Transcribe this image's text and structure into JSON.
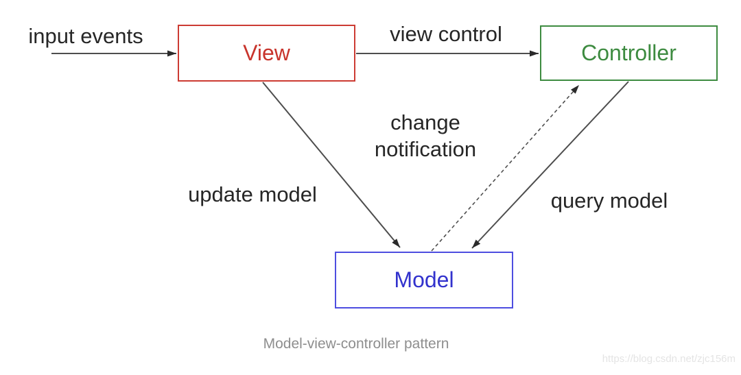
{
  "diagram": {
    "title": "Model-view-controller pattern",
    "caption": "Model-view-controller pattern",
    "watermark": "https://blog.csdn.net/zjc156m",
    "nodes": {
      "view": {
        "label": "View",
        "color": "#c8342c",
        "border_color": "#cc3b32"
      },
      "controller": {
        "label": "Controller",
        "color": "#3d8b40",
        "border_color": "#3d8b40"
      },
      "model": {
        "label": "Model",
        "color": "#3232cd",
        "border_color": "#4d4de0"
      }
    },
    "edges": {
      "input_events": {
        "label": "input events",
        "style": "solid",
        "from": "external",
        "to": "view"
      },
      "view_control": {
        "label": "view control",
        "style": "solid",
        "from": "view",
        "to": "controller"
      },
      "update_model": {
        "label": "update model",
        "style": "solid",
        "from": "view",
        "to": "model"
      },
      "change_notification": {
        "label": "change notification",
        "style": "dashed",
        "from": "model",
        "to": "controller"
      },
      "query_model": {
        "label": "query model",
        "style": "solid",
        "from": "controller",
        "to": "model"
      }
    },
    "colors": {
      "line": "#4d4d4d",
      "arrowhead": "#2a2a2a",
      "label_text": "#262626",
      "caption_text": "#8e8e8e",
      "watermark_text": "#e4e4e4",
      "background": "#ffffff"
    }
  }
}
